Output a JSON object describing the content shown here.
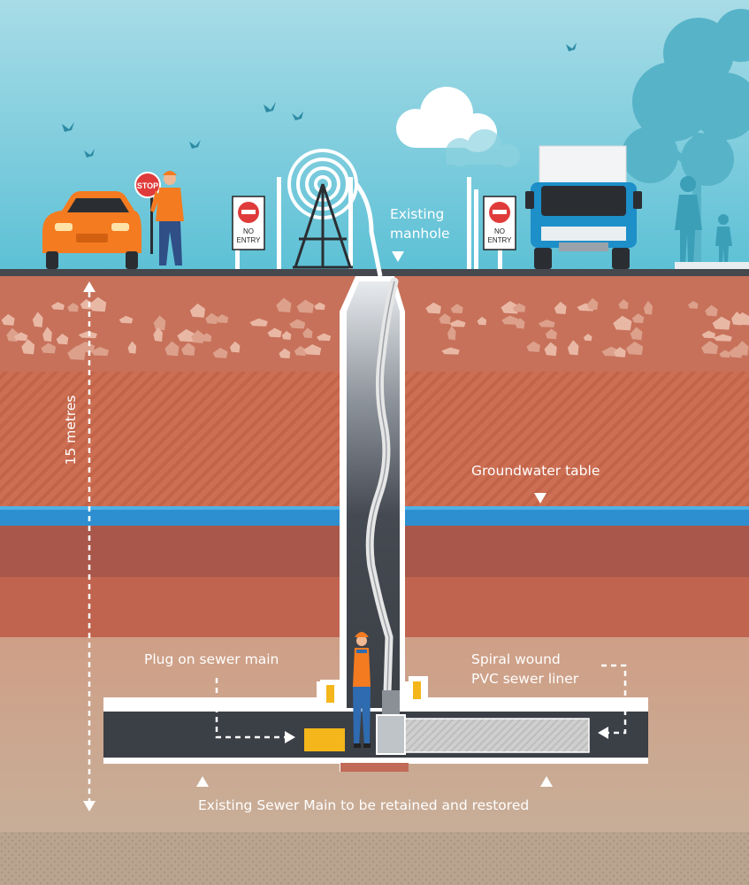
{
  "labels": {
    "existing_manhole_1": "Existing",
    "existing_manhole_2": "manhole",
    "depth": "15 metres",
    "groundwater_table": "Groundwater table",
    "plug": "Plug on sewer main",
    "liner_1": "Spiral wound",
    "liner_2": "PVC sewer liner",
    "sewer_main": "Existing Sewer Main to be retained and restored"
  },
  "signs": {
    "stop": "STOP",
    "no_entry_1": "NO",
    "no_entry_2": "ENTRY"
  },
  "colors": {
    "sky_top": "#a6dbe6",
    "sky_bottom": "#5ec2d6",
    "vehicle_orange": "#f47b20",
    "truck_blue": "#1d8fc9",
    "topsoil": "#c7715a",
    "hatched_layer": "#cd6e52",
    "groundwater": "#2e8fd0",
    "clay_dark": "#a9574a",
    "deep_soil": "#c8a58d",
    "pipe": "#3b3f46",
    "plug_yellow": "#f4b61a",
    "liner_grey": "#c9c9c9"
  }
}
